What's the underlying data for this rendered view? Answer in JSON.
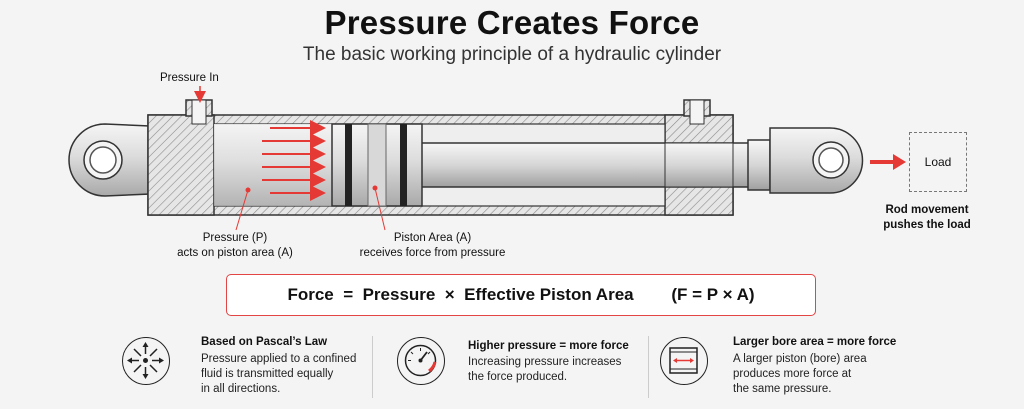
{
  "header": {
    "title": "Pressure Creates Force",
    "subtitle": "The basic working principle of a hydraulic cylinder"
  },
  "diagram": {
    "pressure_in": "Pressure In",
    "pressure_label_1": "Pressure (P)",
    "pressure_label_2": "acts on piston area (A)",
    "piston_label_1": "Piston Area (A)",
    "piston_label_2": "receives force from pressure",
    "load": "Load",
    "rod_label_1": "Rod movement",
    "rod_label_2": "pushes the load",
    "colors": {
      "accent": "#e53935",
      "body": "#cfcfcf",
      "hatch": "#8a8a8a"
    }
  },
  "formula": {
    "text": "Force  =  Pressure  ×  Effective Piston Area        (F = P × A)"
  },
  "features": [
    {
      "icon": "pascal-arrows-icon",
      "title": "Based on Pascal’s Law",
      "lines": [
        "Pressure applied to a confined",
        "fluid is transmitted equally",
        "in all directions."
      ]
    },
    {
      "icon": "pressure-gauge-icon",
      "title": "Higher pressure = more force",
      "lines": [
        "Increasing pressure increases",
        "the force produced."
      ]
    },
    {
      "icon": "bore-area-icon",
      "title": "Larger bore area = more force",
      "lines": [
        "A larger piston (bore) area",
        "produces more force at",
        "the same pressure."
      ]
    }
  ]
}
